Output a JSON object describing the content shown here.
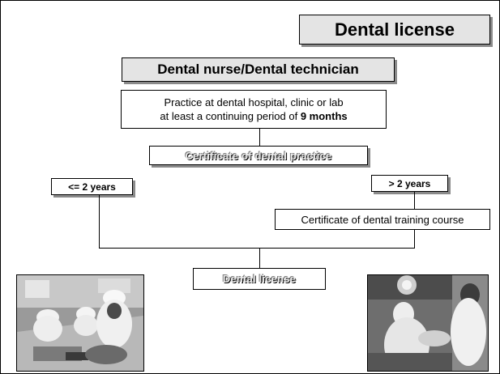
{
  "title": "Dental license",
  "header": "Dental nurse/Dental technician",
  "requirement": {
    "line1": "Practice at dental hospital, clinic or lab",
    "line2_prefix": "at least  a continuing period of ",
    "line2_bold": "9 months"
  },
  "certificate_practice": "Certificate of dental practice",
  "branch_left": "<= 2 years",
  "branch_right": "> 2 years",
  "certificate_training": "Certificate of dental training course",
  "result": "Dental license",
  "photos": [
    {
      "icon": "classroom-photo"
    },
    {
      "icon": "dental-treatment-photo"
    }
  ]
}
